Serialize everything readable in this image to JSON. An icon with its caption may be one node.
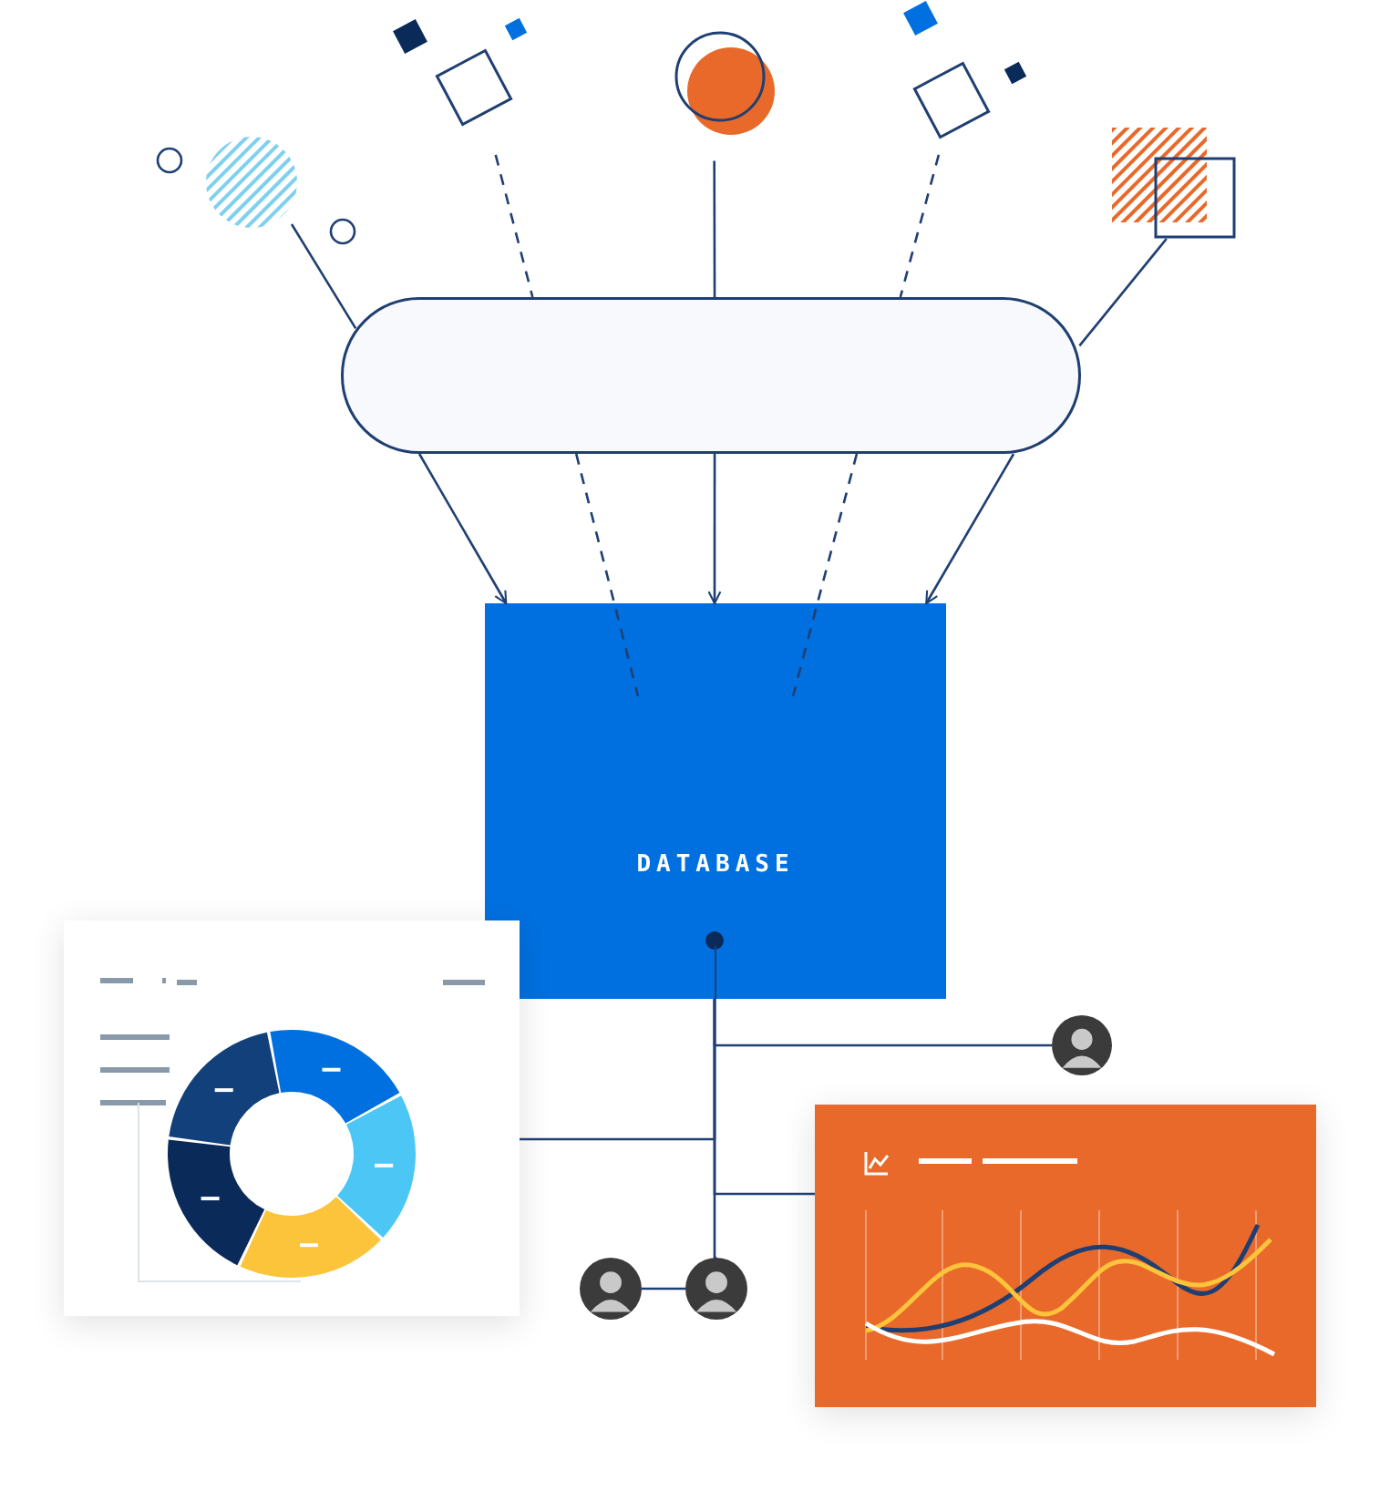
{
  "diagram": {
    "nodes": [
      {
        "text": [],
        "shape": "circle"
      },
      {
        "text": [],
        "shape": "box"
      },
      {
        "text": [],
        "shape": "circle"
      },
      {
        "text": [],
        "shape": "box"
      },
      {
        "text": [],
        "shape": "box"
      },
      {
        "text": [],
        "shape": "box"
      },
      {
        "text": [
          "DATABASE"
        ]
      },
      {
        "text": [],
        "shape": "picture"
      },
      {
        "text": [],
        "shape": "person"
      },
      {
        "text": [],
        "shape": "picture"
      },
      {
        "text": [],
        "shape": "person"
      },
      {
        "text": [],
        "shape": "person"
      }
    ],
    "edges": [
      {
        "from": 0,
        "to": 5,
        "arrow": "none"
      },
      {
        "from": 1,
        "to": 5,
        "arrow": "none",
        "style": "dashed"
      },
      {
        "from": 2,
        "to": 5,
        "arrow": "none"
      },
      {
        "from": 3,
        "to": 5,
        "arrow": "none",
        "style": "dashed"
      },
      {
        "from": 4,
        "to": 5,
        "arrow": "none"
      },
      {
        "from": 5,
        "to": 6,
        "arrow": "to"
      },
      {
        "from": 5,
        "to": 6,
        "arrow": "none",
        "style": "dashed"
      },
      {
        "from": 5,
        "to": 6,
        "arrow": "to"
      },
      {
        "from": 5,
        "to": 6,
        "arrow": "none",
        "style": "dashed"
      },
      {
        "from": 5,
        "to": 6,
        "arrow": "to"
      },
      {
        "from": 6,
        "to": 8,
        "arrow": "none"
      },
      {
        "from": 6,
        "to": 7,
        "arrow": "none"
      },
      {
        "from": 6,
        "to": 9,
        "arrow": "none"
      },
      {
        "from": 6,
        "to": 11,
        "arrow": "none"
      },
      {
        "from": 10,
        "to": 11,
        "arrow": "none"
      }
    ]
  }
}
